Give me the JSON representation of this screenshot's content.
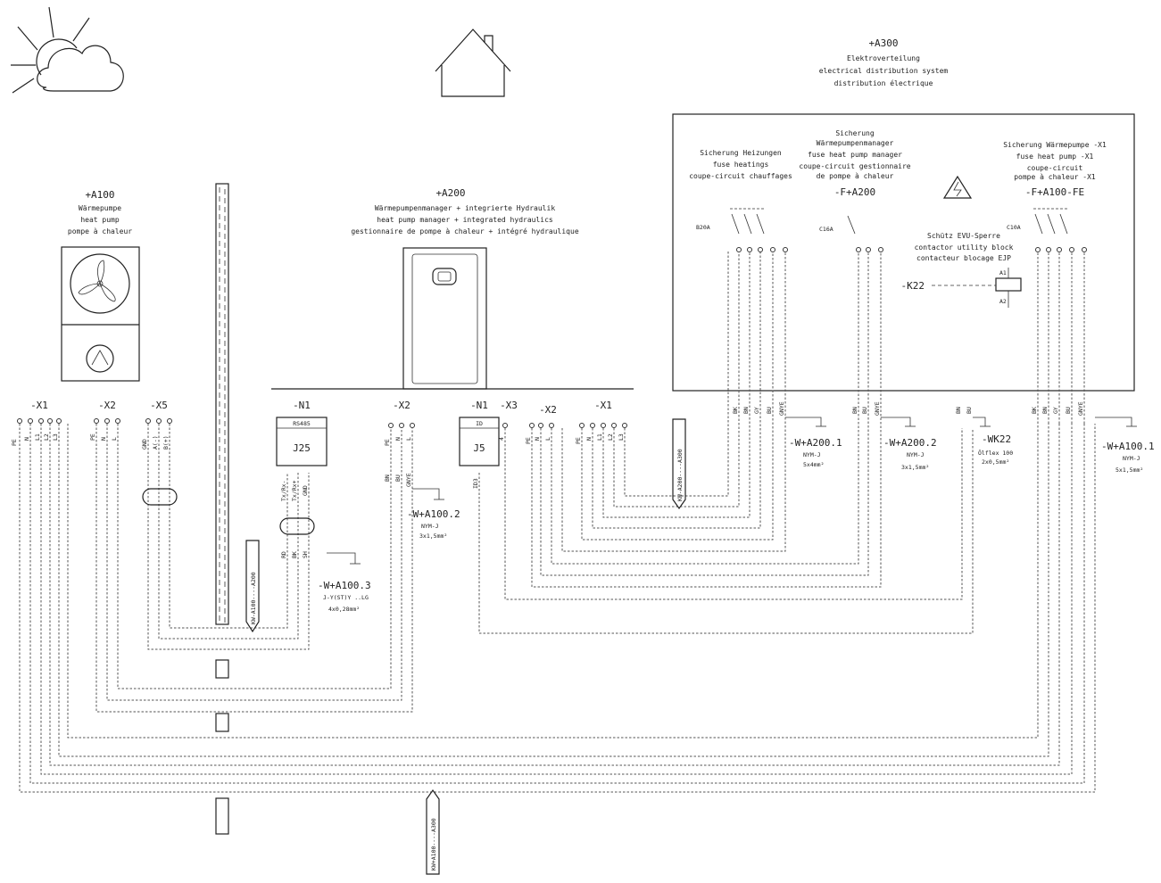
{
  "a100": {
    "ref": "+A100",
    "l1": "Wärmepumpe",
    "l2": "heat pump",
    "l3": "pompe à chaleur"
  },
  "a200": {
    "ref": "+A200",
    "l1": "Wärmepumpenmanager + integrierte Hydraulik",
    "l2": "heat pump manager + integrated hydraulics",
    "l3": "gestionnaire de pompe à chaleur + intégré hydraulique"
  },
  "a300": {
    "ref": "+A300",
    "l1": "Elektroverteilung",
    "l2": "electrical distribution system",
    "l3": "distribution électrique"
  },
  "fuse_heat": {
    "l1": "Sicherung Heizungen",
    "l2": "fuse heatings",
    "l3": "coupe-circuit chauffages",
    "rating": "B20A"
  },
  "fuse_mgr": {
    "l1": "Sicherung",
    "l2": "Wärmepumpenmanager",
    "l3": "fuse heat pump manager",
    "l4": "coupe-circuit gestionnaire",
    "l5": "de pompe à chaleur",
    "ref": "-F+A200",
    "rating": "C16A"
  },
  "fuse_hp": {
    "l1": "Sicherung Wärmepumpe -X1",
    "l2": "fuse heat pump -X1",
    "l3": "coupe-circuit",
    "l4": "pompe à chaleur -X1",
    "ref": "-F+A100-FE",
    "rating": "C10A"
  },
  "contactor": {
    "l1": "Schütz EVU-Sperre",
    "l2": "contactor utility block",
    "l3": "contacteur blocage EJP",
    "ref": "-K22",
    "a1": "A1",
    "a2": "A2"
  },
  "left_terms": {
    "x1": "-X1",
    "x2": "-X2",
    "x5": "-X5",
    "x1_pins": [
      "PE",
      "N",
      "L1",
      "L2",
      "L3"
    ],
    "x2_pins": [
      "PE",
      "N",
      "L"
    ],
    "x5_pins": [
      "GND",
      "A(-)",
      "B(+)"
    ]
  },
  "n1_j25": {
    "ref": "-N1",
    "port": "RS485",
    "name": "J25",
    "pins": [
      "Tx/Rx-",
      "Tx/Rx+",
      "GND"
    ],
    "cores": [
      "RD",
      "BK",
      "SH"
    ]
  },
  "mid_x2": {
    "ref": "-X2",
    "pins": [
      "PE",
      "N",
      "L"
    ],
    "cores": [
      "BN",
      "BU",
      "GNYE"
    ]
  },
  "n1_j5": {
    "ref": "-N1",
    "port": "ID",
    "name": "J5",
    "pin": "ID3",
    "sub": "4"
  },
  "x3": {
    "ref": "-X3"
  },
  "right_x2": {
    "ref": "-X2",
    "pins": [
      "PE",
      "N",
      "L"
    ]
  },
  "right_x1": {
    "ref": "-X1",
    "pins": [
      "PE",
      "N",
      "L1",
      "L2",
      "L3"
    ]
  },
  "cores5": [
    "BK",
    "BN",
    "GY",
    "BU",
    "GNYE"
  ],
  "cores3": [
    "BN",
    "BU",
    "GNYE"
  ],
  "cores_k22": [
    "BN",
    "BU"
  ],
  "cables": {
    "w_a200_1": {
      "ref": "-W+A200.1",
      "type": "NYM-J",
      "size": "5x4mm²"
    },
    "w_a200_2": {
      "ref": "-W+A200.2",
      "type": "NYM-J",
      "size": "3x1,5mm²"
    },
    "wk22": {
      "ref": "-WK22",
      "type": "Ölflex 100",
      "size": "2x0,5mm²"
    },
    "w_a100_1": {
      "ref": "-W+A100.1",
      "type": "NYM-J",
      "size": "5x1,5mm²"
    },
    "w_a100_2": {
      "ref": "-W+A100.2",
      "type": "NYM-J",
      "size": "3x1,5mm²"
    },
    "w_a100_3": {
      "ref": "-W+A100.3",
      "type": "J-Y(ST)Y ..LG",
      "size": "4x0,28mm²"
    }
  },
  "route_labels": {
    "r1": "KW-A100----A200",
    "r2": "KW-A200----A300",
    "r3": "KW+A100----A300"
  }
}
